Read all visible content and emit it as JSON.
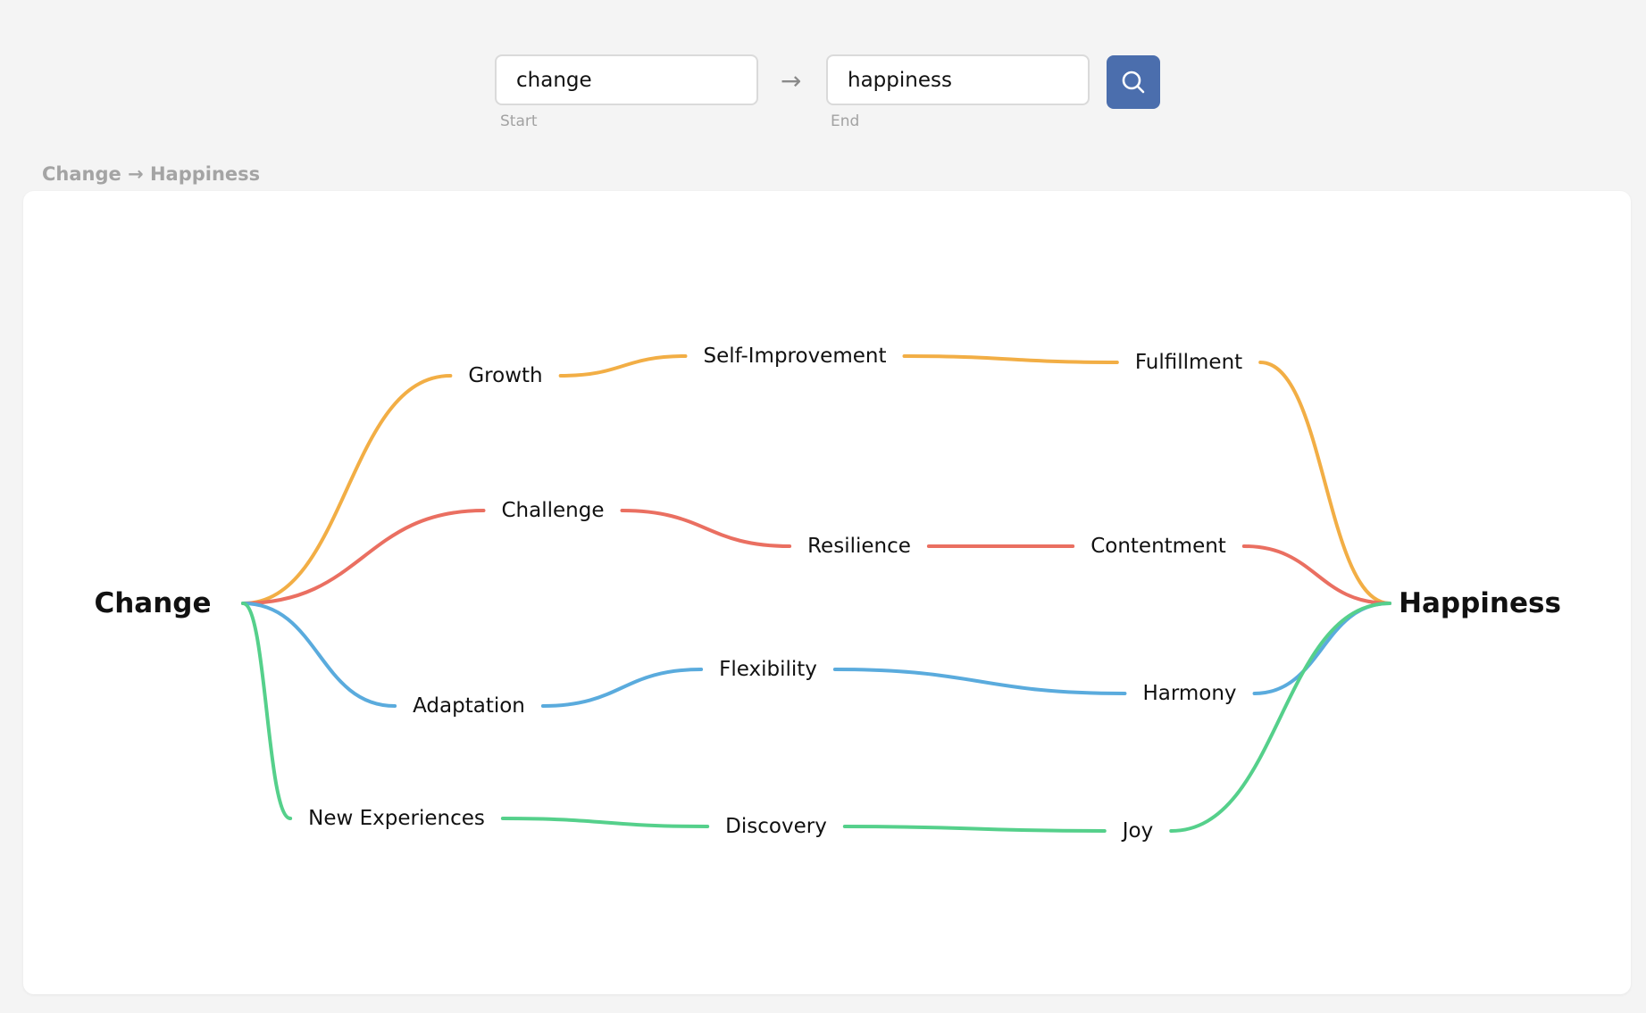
{
  "search": {
    "start_value": "change",
    "start_caption": "Start",
    "end_value": "happiness",
    "end_caption": "End",
    "arrow": "→",
    "button_icon": "search-icon"
  },
  "path_title": "Change → Happiness",
  "graph": {
    "start_node": {
      "id": "change",
      "label": "Change"
    },
    "end_node": {
      "id": "happiness",
      "label": "Happiness"
    },
    "paths": [
      {
        "color": "#f2ae45",
        "nodes": [
          "Growth",
          "Self-Improvement",
          "Fulfillment"
        ]
      },
      {
        "color": "#ea6f61",
        "nodes": [
          "Challenge",
          "Resilience",
          "Contentment"
        ]
      },
      {
        "color": "#5aabdd",
        "nodes": [
          "Adaptation",
          "Flexibility",
          "Harmony"
        ]
      },
      {
        "color": "#55d08b",
        "nodes": [
          "New Experiences",
          "Discovery",
          "Joy"
        ]
      }
    ]
  }
}
